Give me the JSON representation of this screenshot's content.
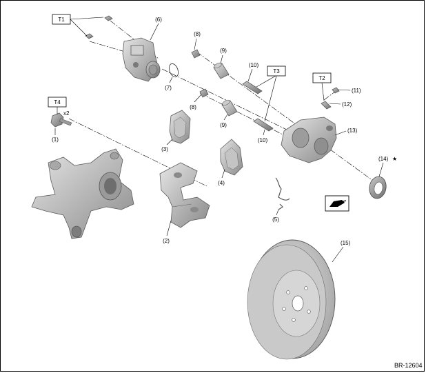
{
  "diagram": {
    "torque_labels": [
      "T1",
      "T2",
      "T3",
      "T4"
    ],
    "callouts": [
      "(1)",
      "(2)",
      "(3)",
      "(4)",
      "(5)",
      "(6)",
      "(7)",
      "(8)",
      "(8)",
      "(9)",
      "(9)",
      "(10)",
      "(10)",
      "(11)",
      "(12)",
      "(13)",
      "(14)",
      "(15)"
    ],
    "quantity_note": "x2",
    "replace_mark": "★",
    "drawing_code": "BR-12604",
    "grease_icon": "grease-application-icon"
  }
}
